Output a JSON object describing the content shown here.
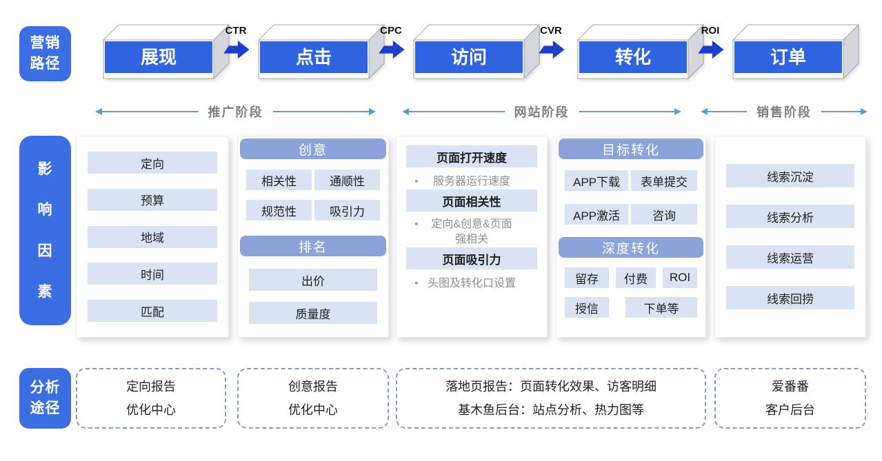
{
  "colors": {
    "label_blue": "#3b6ee3",
    "cube_blue": "#2f63e0",
    "metric_arrow_blue": "#1c40c9",
    "section_header_blue": "#8ca3d9",
    "item_blue": "#dae3f3",
    "phase_arrow_blue": "#5b9bd5"
  },
  "funnel": {
    "label_lines": [
      "营销",
      "路径"
    ],
    "stages": [
      "展现",
      "点击",
      "访问",
      "转化",
      "订单"
    ],
    "metrics": [
      "CTR",
      "CPC",
      "CVR",
      "ROI"
    ]
  },
  "phases": [
    "推广阶段",
    "网站阶段",
    "销售阶段"
  ],
  "factors": {
    "label_chars": [
      "影",
      "响",
      "因",
      "素"
    ],
    "col1": {
      "items": [
        "定向",
        "预算",
        "地域",
        "时间",
        "匹配"
      ]
    },
    "col2": {
      "header1": "创意",
      "items1": [
        "相关性",
        "通顺性",
        "规范性",
        "吸引力"
      ],
      "header2": "排名",
      "items2": [
        "出价",
        "质量度"
      ]
    },
    "col3": {
      "blocks": [
        {
          "title": "页面打开速度",
          "bullet_line1": "服务器运行速度",
          "bullet_line2": ""
        },
        {
          "title": "页面相关性",
          "bullet_line1": "定向&创意&页面",
          "bullet_line2": "强相关"
        },
        {
          "title": "页面吸引力",
          "bullet_line1": "头图及转化口设置",
          "bullet_line2": ""
        }
      ]
    },
    "col4": {
      "header1": "目标转化",
      "items1": [
        "APP下载",
        "表单提交",
        "APP激活",
        "咨询"
      ],
      "header2": "深度转化",
      "items2_row1": [
        "留存",
        "付费",
        "ROI"
      ],
      "items2_row2": [
        "授信",
        "下单等"
      ]
    },
    "col5": {
      "items": [
        "线索沉淀",
        "线索分析",
        "线索运营",
        "线索回捞"
      ]
    }
  },
  "analysis": {
    "label_lines": [
      "分析",
      "途径"
    ],
    "boxes": [
      [
        "定向报告",
        "优化中心"
      ],
      [
        "创意报告",
        "优化中心"
      ],
      [
        "落地页报告：页面转化效果、访客明细",
        "基木鱼后台：站点分析、热力图等"
      ],
      [
        "爱番番",
        "客户后台"
      ]
    ]
  }
}
